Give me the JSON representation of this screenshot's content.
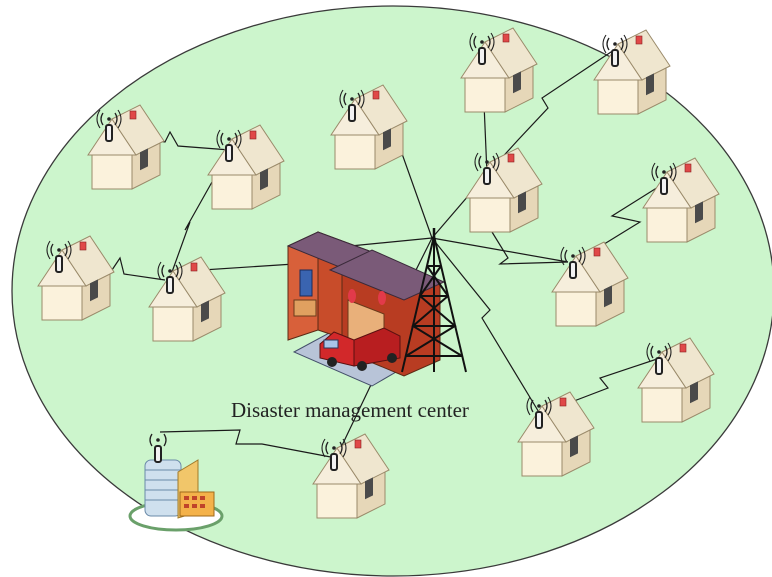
{
  "diagram": {
    "caption": "Disaster management center",
    "colors": {
      "coverage_area": "#ccf5cc",
      "link": "#1a1a1a",
      "house_wall": "#fbf2dc",
      "house_roof": "#f5ecd8",
      "antenna": "#333333"
    },
    "nodes": [
      {
        "id": "house-1",
        "kind": "house"
      },
      {
        "id": "house-2",
        "kind": "house"
      },
      {
        "id": "house-3",
        "kind": "house"
      },
      {
        "id": "house-4",
        "kind": "house"
      },
      {
        "id": "house-5",
        "kind": "house"
      },
      {
        "id": "house-6",
        "kind": "house"
      },
      {
        "id": "house-7",
        "kind": "house"
      },
      {
        "id": "house-8",
        "kind": "house"
      },
      {
        "id": "house-9",
        "kind": "house"
      },
      {
        "id": "house-10",
        "kind": "house"
      },
      {
        "id": "house-11",
        "kind": "house"
      },
      {
        "id": "house-12",
        "kind": "house"
      },
      {
        "id": "house-13",
        "kind": "house"
      },
      {
        "id": "house-14",
        "kind": "house"
      },
      {
        "id": "hospital",
        "kind": "building"
      },
      {
        "id": "fire-station",
        "kind": "fire-station"
      },
      {
        "id": "tower",
        "kind": "radio-tower"
      }
    ]
  }
}
